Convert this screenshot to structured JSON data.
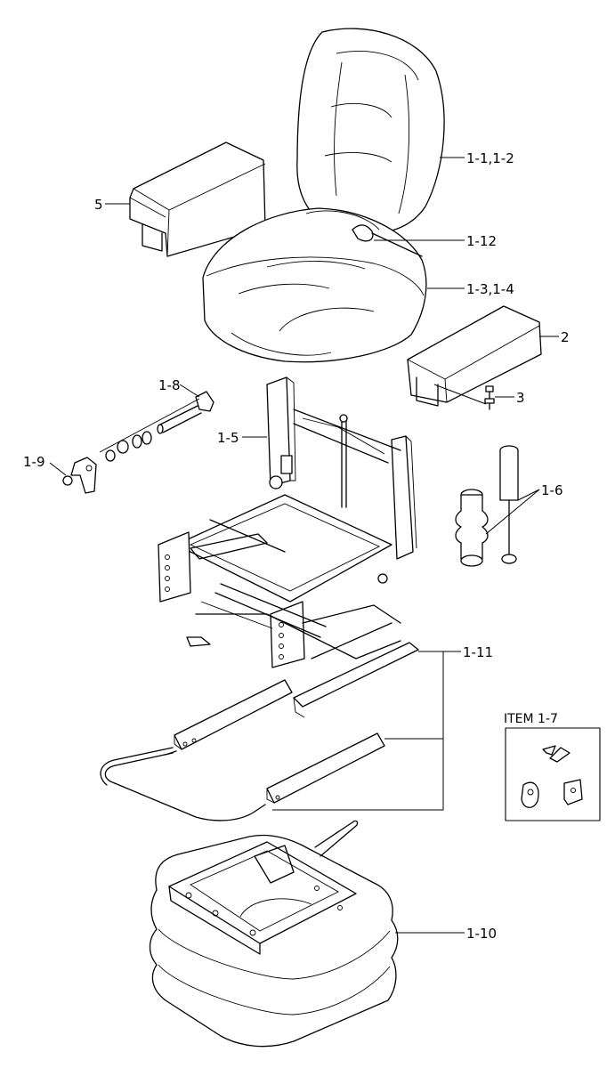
{
  "labels": {
    "backrest": "1-1,1-2",
    "armrest_left": "5",
    "belt": "1-12",
    "cushion": "1-3,1-4",
    "armrest_right": "2",
    "bolt": "3",
    "kit_1_8": "1-8",
    "frame": "1-5",
    "kit_1_9": "1-9",
    "damper": "1-6",
    "rails": "1-11",
    "bellows": "1-10"
  },
  "inset": {
    "title": "ITEM 1-7"
  }
}
